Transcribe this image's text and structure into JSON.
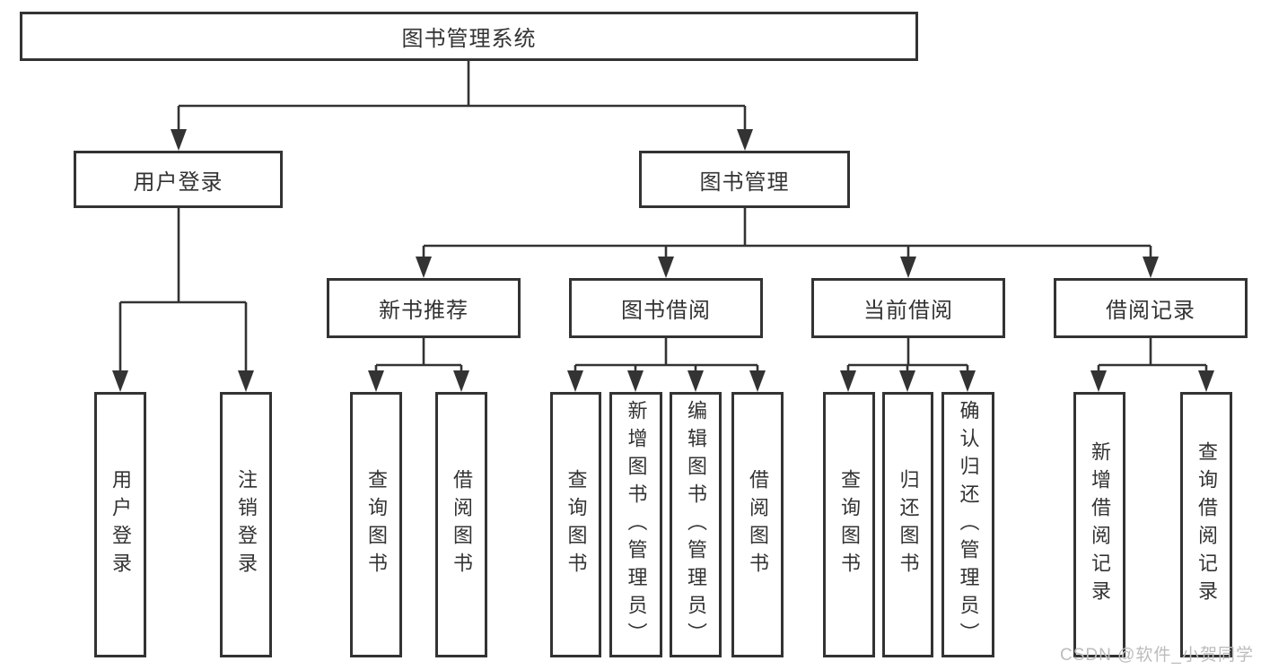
{
  "tree": {
    "root": "图书管理系统",
    "user_login": {
      "label": "用户登录",
      "children": {
        "login": "用户登录",
        "logout": "注销登录"
      }
    },
    "book_mgmt": {
      "label": "图书管理",
      "new_book_rec": {
        "label": "新书推荐",
        "children": {
          "query_book": "查询图书",
          "borrow_book": "借阅图书"
        }
      },
      "book_borrow": {
        "label": "图书借阅",
        "children": {
          "query_book": "查询图书",
          "add_book": "新增图书（管理员）",
          "edit_book": "编辑图书（管理员）",
          "borrow_book": "借阅图书"
        }
      },
      "current_borrow": {
        "label": "当前借阅",
        "children": {
          "query_book": "查询图书",
          "return_book": "归还图书",
          "confirm_return": "确认归还（管理员）"
        }
      },
      "borrow_record": {
        "label": "借阅记录",
        "children": {
          "add_record": "新增借阅记录",
          "query_record": "查询借阅记录"
        }
      }
    }
  },
  "watermark": "CSDN @软件_小贺同学",
  "colors": {
    "line": "#333333",
    "text": "#333333",
    "watermark": "#bcbcbc",
    "background": "#ffffff"
  }
}
